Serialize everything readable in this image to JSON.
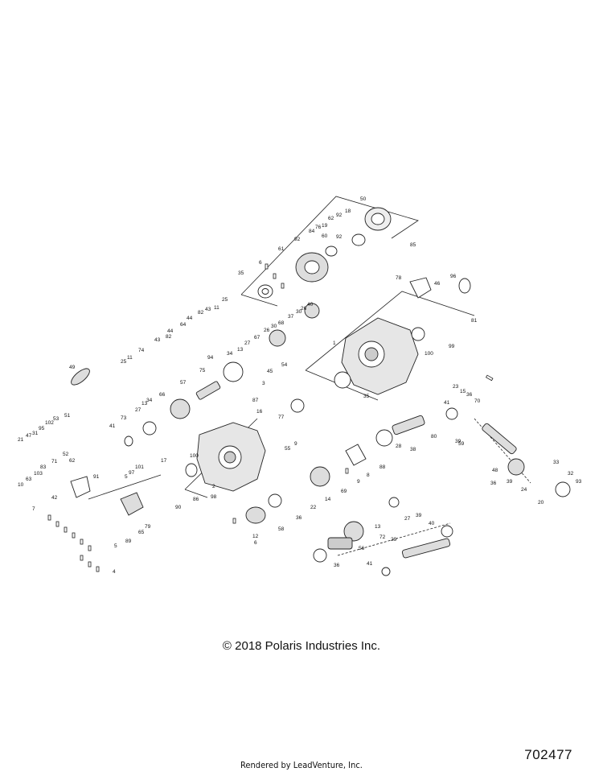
{
  "diagram": {
    "copyright": "© 2018 Polaris Industries Inc.",
    "rendered_by": "Rendered by LeadVenture, Inc.",
    "document_number": "702477",
    "callouts": [
      "1",
      "2",
      "3",
      "4",
      "5",
      "5",
      "6",
      "6",
      "7",
      "8",
      "9",
      "9",
      "10",
      "11",
      "11",
      "12",
      "13",
      "13",
      "13",
      "14",
      "15",
      "16",
      "17",
      "18",
      "19",
      "20",
      "21",
      "22",
      "23",
      "24",
      "25",
      "25",
      "26",
      "26",
      "27",
      "27",
      "27",
      "28",
      "29",
      "30",
      "30",
      "31",
      "32",
      "33",
      "34",
      "34",
      "35",
      "35",
      "36",
      "36",
      "36",
      "36",
      "37",
      "38",
      "39",
      "39",
      "39",
      "40",
      "40",
      "41",
      "41",
      "41",
      "42",
      "43",
      "43",
      "44",
      "44",
      "45",
      "46",
      "47",
      "48",
      "49",
      "50",
      "51",
      "52",
      "53",
      "54",
      "55",
      "56",
      "57",
      "58",
      "59",
      "60",
      "61",
      "62",
      "62",
      "63",
      "64",
      "65",
      "66",
      "67",
      "68",
      "69",
      "70",
      "71",
      "72",
      "73",
      "74",
      "75",
      "76",
      "77",
      "78",
      "79",
      "80",
      "81",
      "82",
      "82",
      "83",
      "84",
      "85",
      "86",
      "87",
      "88",
      "89",
      "90",
      "91",
      "92",
      "92",
      "92",
      "93",
      "94",
      "95",
      "96",
      "97",
      "98",
      "99",
      "100",
      "100",
      "101",
      "102",
      "103"
    ]
  }
}
